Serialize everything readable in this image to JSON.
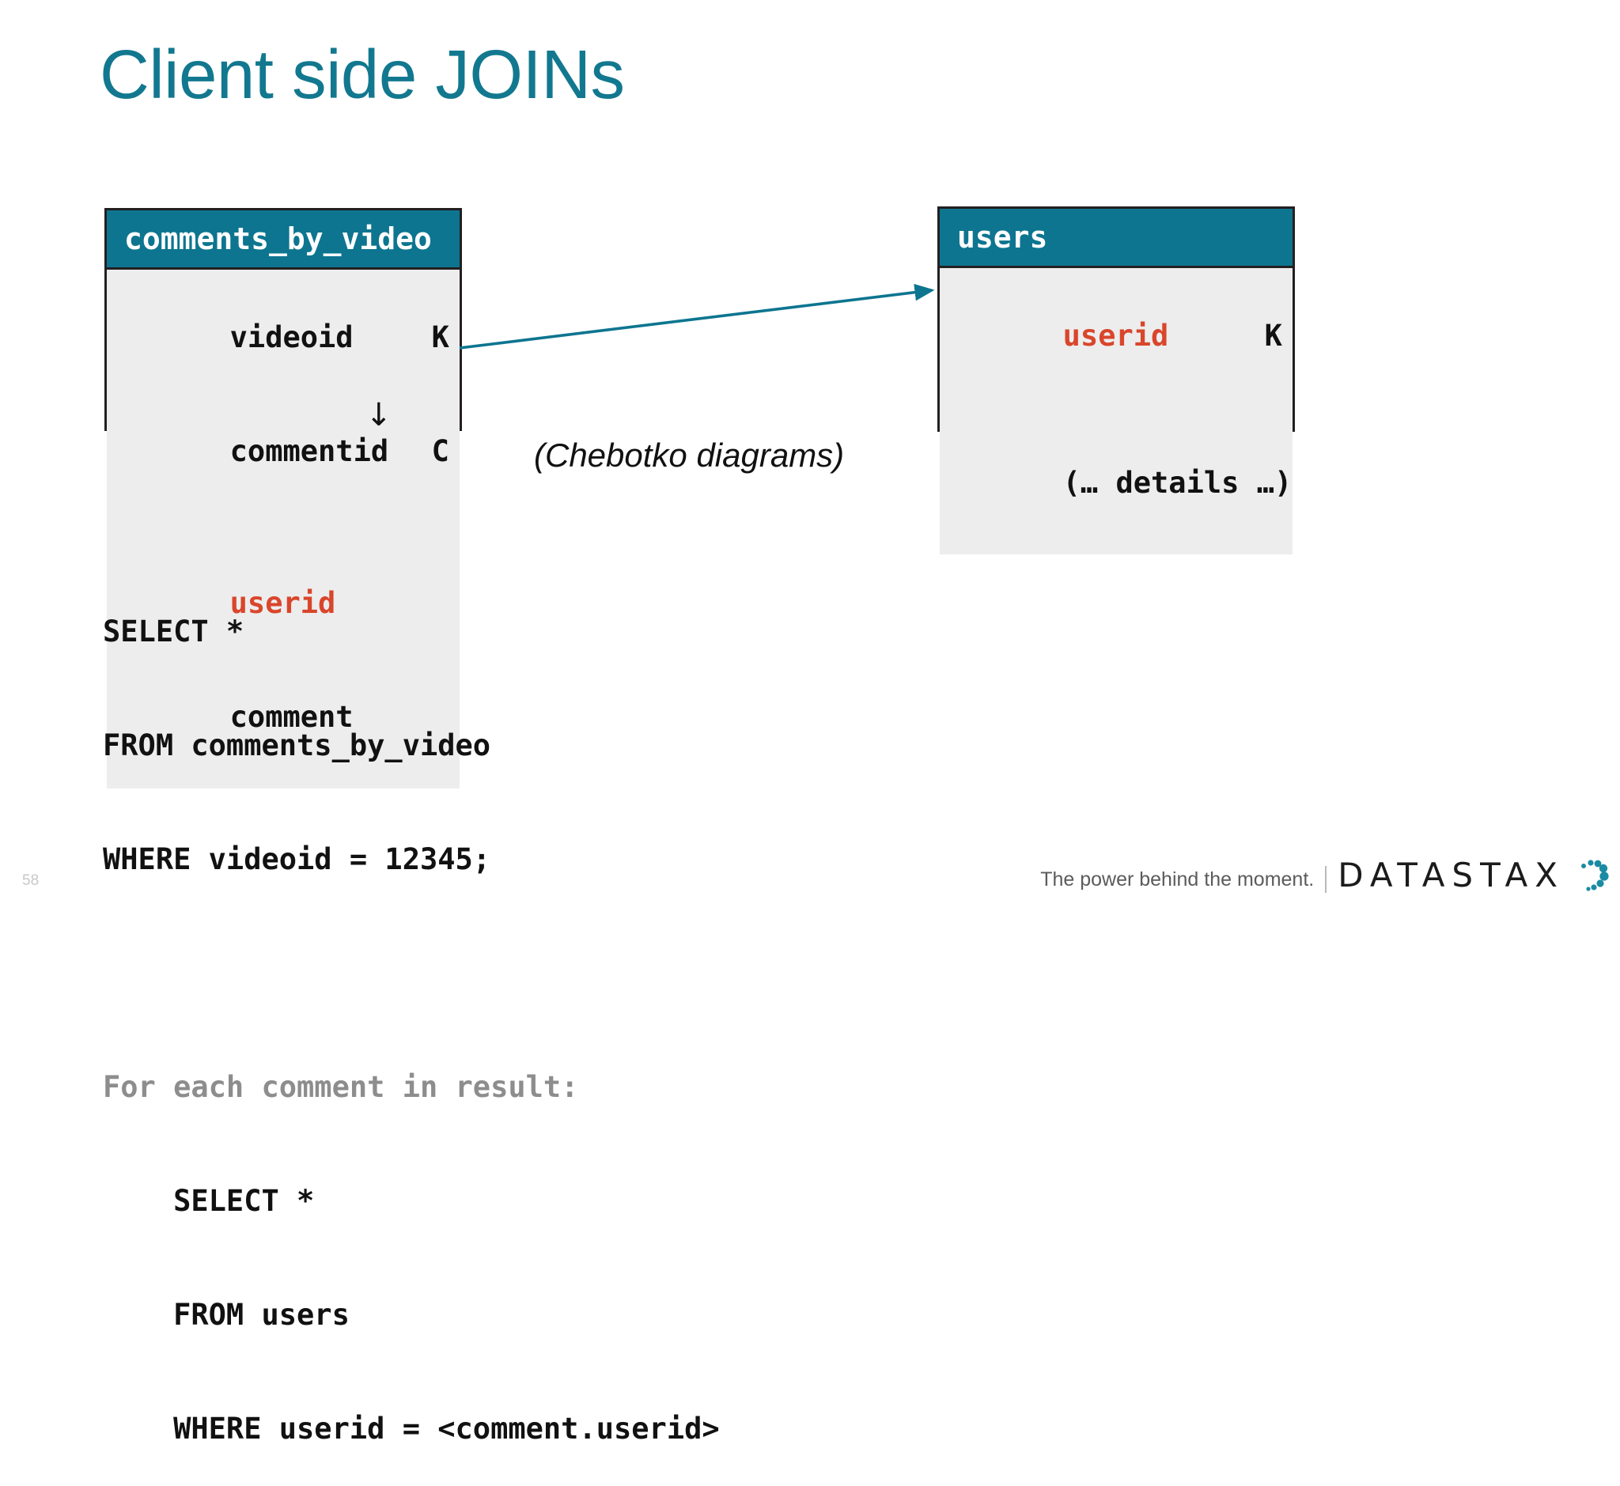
{
  "slide": {
    "title": "Client side JOINs",
    "page_number": "58",
    "accent_teal": "#0d7590",
    "title_teal": "#12788f",
    "key_red": "#d9462b",
    "muted_gray": "#8d8d8d",
    "table_body_gray": "#ededed"
  },
  "diagram": {
    "caption": "(Chebotko diagrams)",
    "tables": [
      {
        "name": "comments_by_video",
        "columns": [
          {
            "name": "videoid",
            "flag": "K",
            "clustering_order": "",
            "highlight": false
          },
          {
            "name": "commentid",
            "flag": "C",
            "clustering_order": "↓",
            "highlight": false
          },
          {
            "name": "userid",
            "flag": "",
            "clustering_order": "",
            "highlight": true
          },
          {
            "name": "comment",
            "flag": "",
            "clustering_order": "",
            "highlight": false
          }
        ]
      },
      {
        "name": "users",
        "columns": [
          {
            "name": "userid",
            "flag": "K",
            "clustering_order": "",
            "highlight": true
          },
          {
            "name": "",
            "flag": "",
            "clustering_order": "",
            "highlight": false
          },
          {
            "name": "(… details …)",
            "flag": "",
            "clustering_order": "",
            "highlight": false
          }
        ]
      }
    ],
    "relationship": {
      "from_table": "comments_by_video",
      "from_column": "userid",
      "to_table": "users",
      "to_column": "userid",
      "color": "#0d7590"
    }
  },
  "code": {
    "lines": [
      {
        "text": "SELECT *",
        "muted": false
      },
      {
        "text": "FROM comments_by_video",
        "muted": false
      },
      {
        "text": "WHERE videoid = 12345;",
        "muted": false
      },
      {
        "text": "",
        "muted": false
      },
      {
        "text": "For each comment in result:",
        "muted": true
      },
      {
        "text": "    SELECT *",
        "muted": false
      },
      {
        "text": "    FROM users",
        "muted": false
      },
      {
        "text": "    WHERE userid = <comment.userid>",
        "muted": false
      }
    ]
  },
  "footer": {
    "tagline": "The power behind the moment.",
    "logotype": "DATASTAX",
    "logo_dot_color": "#1b8ba3"
  }
}
